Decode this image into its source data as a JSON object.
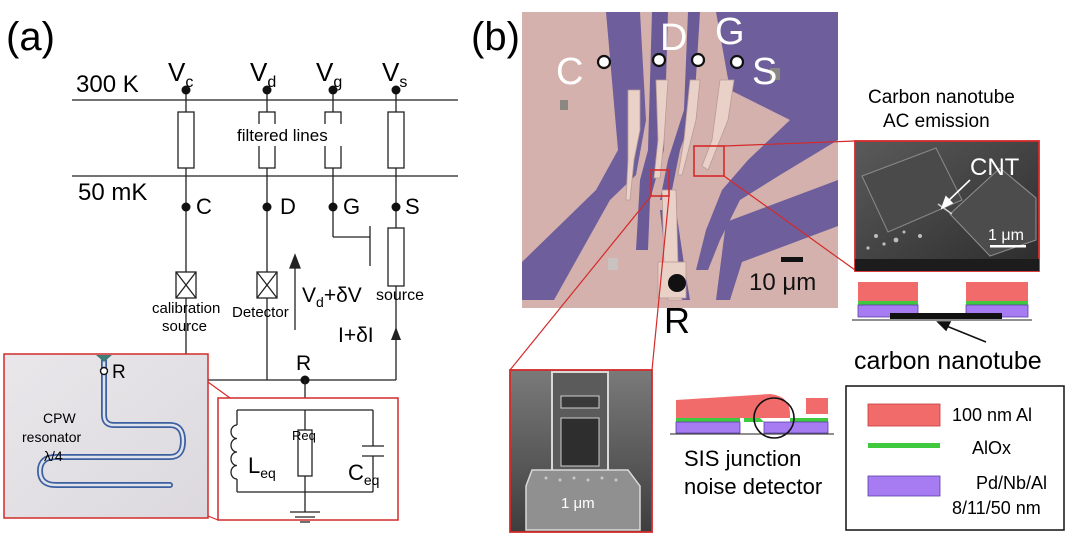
{
  "panel_a": {
    "label": "(a)",
    "temp_top": "300 K",
    "temp_bottom": "50 mK",
    "voltages": [
      {
        "main": "V",
        "sub": "c"
      },
      {
        "main": "V",
        "sub": "d"
      },
      {
        "main": "V",
        "sub": "g"
      },
      {
        "main": "V",
        "sub": "s"
      }
    ],
    "filtered_label": "filtered lines",
    "nodes": [
      "C",
      "D",
      "G",
      "S"
    ],
    "calibration": [
      "calibration",
      "source"
    ],
    "detector": "Detector",
    "source": "source",
    "vd_dv": "V",
    "vd_dv_sub": "d",
    "vd_dv_rest": "+δV",
    "current": "I+δI",
    "r_node": "R",
    "inset": {
      "r": "R",
      "lines": [
        "CPW",
        "resonator",
        "λ/4"
      ]
    },
    "lcr": {
      "l_main": "L",
      "l_sub": "eq",
      "r_label": "Req",
      "c_main": "C",
      "c_sub": "eq"
    }
  },
  "panel_b": {
    "label": "(b)",
    "electrodes": [
      "C",
      "D",
      "G",
      "S"
    ],
    "r_label": "R",
    "scale_10um": "10 μm",
    "emission_title": [
      "Carbon nanotube",
      "AC emission"
    ],
    "cnt_label": "CNT",
    "scale_1um_sem": "1 μm",
    "scale_1um_bottom": "1 μm",
    "nanotube_label": "carbon nanotube",
    "sis_label": [
      "SIS junction",
      "noise detector"
    ],
    "legend": [
      {
        "text": [
          "100 nm Al"
        ],
        "color": "#f26b6b"
      },
      {
        "text": [
          "AlOx"
        ],
        "color": "#3fc93f"
      },
      {
        "text": [
          "Pd/Nb/Al",
          "8/11/50 nm"
        ],
        "color": "#a77cf2"
      }
    ]
  },
  "colors": {
    "red_frame": "#d42a2a",
    "chip_pink": "#d9b6b0",
    "chip_purple": "#6c5e9a",
    "al_red": "#f26b6b",
    "alox_green": "#3fc93f",
    "metal_purple": "#a77cf2"
  }
}
